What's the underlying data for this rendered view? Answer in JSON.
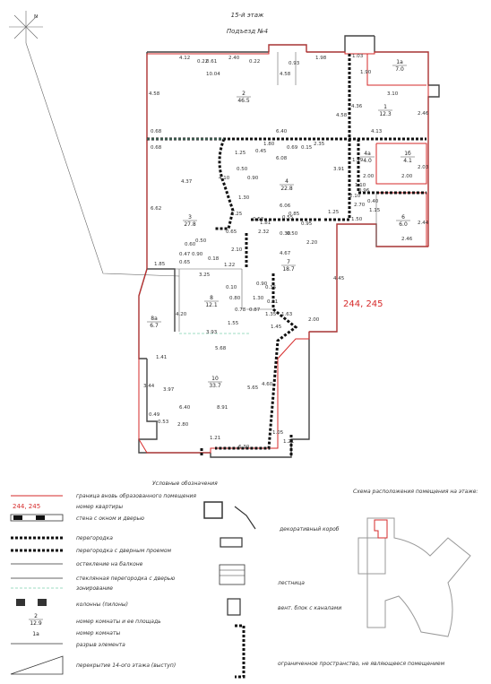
{
  "header": {
    "floor": "15-й этаж",
    "entrance": "Подъезд №4"
  },
  "compass": {
    "north": "N"
  },
  "apartment_number": "244, 245",
  "rooms": [
    {
      "id": "2",
      "area": "46.5"
    },
    {
      "id": "1a",
      "area": "7.0"
    },
    {
      "id": "1",
      "area": "12.3"
    },
    {
      "id": "4a",
      "area": "4.0"
    },
    {
      "id": "1б",
      "area": "4.1"
    },
    {
      "id": "4",
      "area": "22.8"
    },
    {
      "id": "3",
      "area": "27.8"
    },
    {
      "id": "6",
      "area": "6.0"
    },
    {
      "id": "7",
      "area": "18.7"
    },
    {
      "id": "8",
      "area": "12.1"
    },
    {
      "id": "8a",
      "area": "6.7"
    },
    {
      "id": "10",
      "area": "33.7"
    }
  ],
  "dimensions": {
    "d412": "4.12",
    "d022": "0.22",
    "d061": "0.61",
    "d240": "2.40",
    "d022b": "0.22",
    "d093": "0.93",
    "d198": "1.98",
    "d103": "1.03",
    "d1004": "10.04",
    "d458": "4.58",
    "d458b": "4.58",
    "d310": "3.10",
    "d190": "1.90",
    "d246": "2.46",
    "d436": "4.36",
    "d068": "0.68",
    "d640": "6.40",
    "d413": "4.13",
    "d458c": "4.58",
    "d068b": "0.68",
    "d125": "1.25",
    "d045": "0.45",
    "d180": "1.80",
    "d069": "0.69",
    "d015": "0.15",
    "d235": "2.35",
    "d608": "6.08",
    "d391": "3.91",
    "d199": "1.99",
    "d203": "2.03",
    "d437": "4.37",
    "d410": "4.10",
    "d050": "0.50",
    "d090": "0.90",
    "d200": "2.00",
    "d110": "1.10",
    "d096": "0.96",
    "d270": "2.70",
    "d040": "0.40",
    "d210": "2.10",
    "d115": "1.15",
    "d662": "6.62",
    "d130": "1.30",
    "d606": "6.06",
    "d085": "0.85",
    "d125b": "1.25",
    "d150": "1.50",
    "d244": "2.44",
    "d125c": "1.25",
    "d052": "0.52",
    "d181": "1.81",
    "d095": "0.95",
    "d055": "0.55",
    "d065": "0.65",
    "d232": "2.32",
    "d030": "0.30",
    "d050b": "0.50",
    "d220": "2.20",
    "d246b": "2.46",
    "d060": "0.60",
    "d050c": "0.50",
    "d047": "0.47",
    "d090b": "0.90",
    "d210b": "2.10",
    "d185": "1.85",
    "d065b": "0.65",
    "d018": "0.18",
    "d122": "1.22",
    "d467": "4.67",
    "d445": "4.45",
    "d325": "3.25",
    "d010": "0.10",
    "d090c": "0.90",
    "d035": "0.35",
    "d420": "4.20",
    "d080": "0.80",
    "d130b": "1.30",
    "d061b": "0.61",
    "d078": "0.78",
    "d087": "0.87",
    "d135": "1.35",
    "d163": "1.63",
    "d200b": "2.00",
    "d155": "1.55",
    "d393": "3.93",
    "d145": "1.45",
    "d568": "5.68",
    "d141": "1.41",
    "d565": "5.65",
    "d460": "4.60",
    "d344": "3.44",
    "d397": "3.97",
    "d640b": "6.40",
    "d891": "8.91",
    "d049": "0.49",
    "d053": "0.53",
    "d280": "2.80",
    "d105": "1.05",
    "d121": "1.21",
    "d121b": "1.21",
    "d630": "6.30"
  },
  "legend": {
    "title": "Условные обозначения",
    "items": [
      "граница вновь образованного помещения",
      "номер квартиры",
      "стена с окном и дверью",
      "перегородка",
      "перегородка с дверным проемом",
      "остекление на балконе",
      "стеклянная перегородка с дверью",
      "зонирование",
      "колонны (пилоны)",
      "номер комнаты и ее площадь",
      "номер комнаты",
      "разрыв элемента",
      "перекрытие 14-ого этажа (выступ)"
    ],
    "right_items": [
      "декоративный короб",
      "лестница",
      "вент. блок с каналами",
      "ограниченное пространство, не являющееся помещением"
    ],
    "sample_number": "244, 245",
    "sample_room": {
      "id": "2",
      "area": "12.9"
    },
    "sample_room_id": "1а"
  },
  "schema": {
    "title": "Схема расположения помещения на этаже:"
  },
  "colors": {
    "boundary": "#d62a2a",
    "zoning": "#7fcfb0",
    "wall": "#444444"
  }
}
